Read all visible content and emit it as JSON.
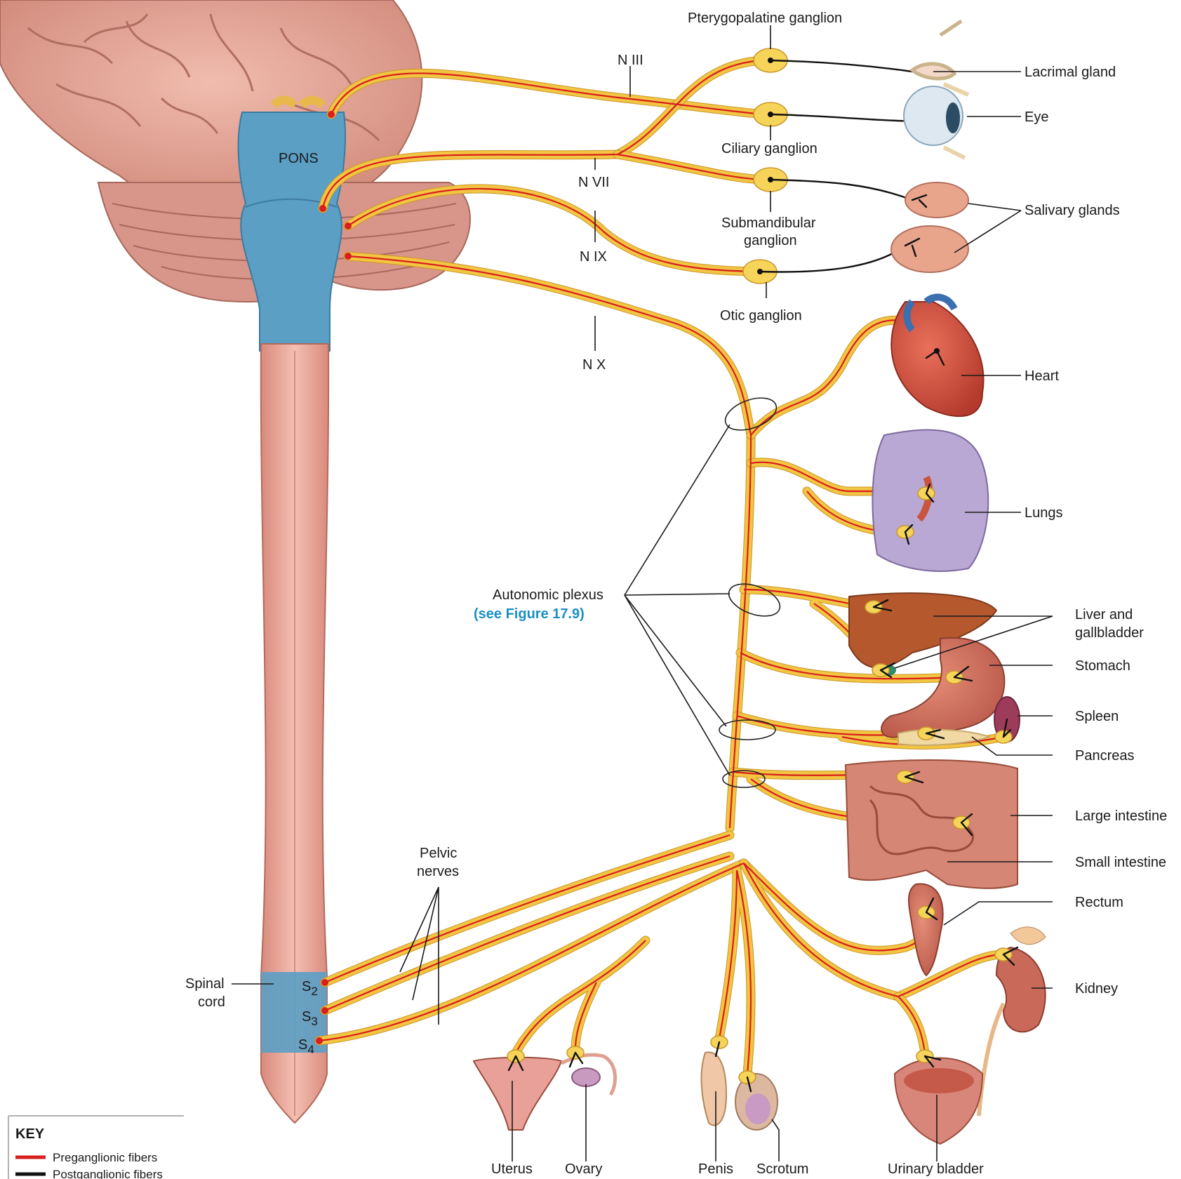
{
  "brainstem": {
    "pons": "PONS"
  },
  "cranial_nerves": {
    "n3": "N III",
    "n7": "N VII",
    "n9": "N IX",
    "n10": "N X"
  },
  "ganglia": {
    "pterygopalatine": "Pterygopalatine ganglion",
    "ciliary": "Ciliary ganglion",
    "submandibular_line1": "Submandibular",
    "submandibular_line2": "ganglion",
    "otic": "Otic ganglion"
  },
  "organs": {
    "lacrimal": "Lacrimal gland",
    "eye": "Eye",
    "salivary": "Salivary glands",
    "heart": "Heart",
    "lungs": "Lungs",
    "liver_line1": "Liver and",
    "liver_line2": "gallbladder",
    "stomach": "Stomach",
    "spleen": "Spleen",
    "pancreas": "Pancreas",
    "large_intestine": "Large intestine",
    "small_intestine": "Small intestine",
    "rectum": "Rectum",
    "kidney": "Kidney",
    "uterus": "Uterus",
    "ovary": "Ovary",
    "penis": "Penis",
    "scrotum": "Scrotum",
    "urinary_bladder": "Urinary bladder"
  },
  "plexus": {
    "label": "Autonomic plexus",
    "link": "(see Figure 17.9)"
  },
  "pelvic": {
    "line1": "Pelvic",
    "line2": "nerves"
  },
  "spinal": {
    "line1": "Spinal",
    "line2": "cord",
    "s2": "S",
    "s2_sub": "2",
    "s3": "S",
    "s3_sub": "3",
    "s4": "S",
    "s4_sub": "4"
  },
  "key": {
    "title": "KEY",
    "pre": "Preganglionic fibers",
    "post": "Postganglionic fibers",
    "pre_color": "#d81e1e",
    "post_color": "#111111"
  },
  "colors": {
    "nerve": "#f2c542",
    "brainstem": "#5b9fc4",
    "spinal_cord": "#e8a89a",
    "brain": "#e3a596"
  }
}
